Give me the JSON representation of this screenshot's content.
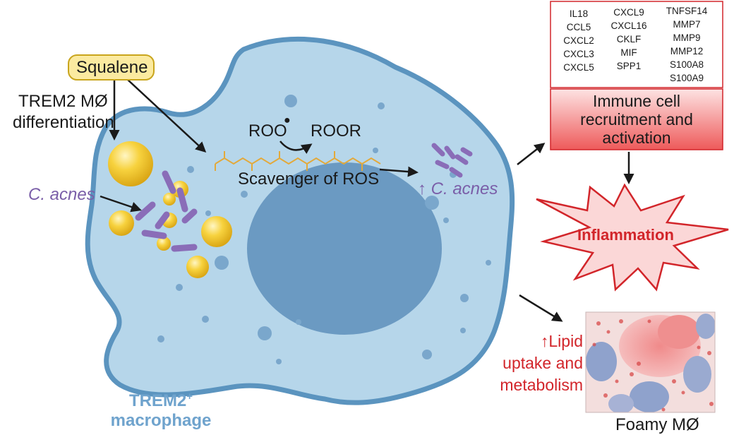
{
  "labels": {
    "squalene": "Squalene",
    "trem2_line1": "TREM2 MØ",
    "trem2_line2": "differentiation",
    "c_acnes_left": "C. acnes",
    "roo": "ROO",
    "roor": "ROOR",
    "scavenger": "Scavenger of ROS",
    "c_acnes_up": "↑ C. acnes",
    "immune_line1": "Immune cell",
    "immune_line2": "recruitment and",
    "immune_line3": "activation",
    "inflammation": "Inflammation",
    "lipid_line1": "↑Lipid",
    "lipid_line2": "uptake and",
    "lipid_line3": "metabolism",
    "foamy": "Foamy MØ",
    "trem2_macrophage_prefix": "TREM2",
    "trem2_macrophage_sup": "+",
    "macrophage": "macrophage"
  },
  "cytokines": {
    "col1": [
      "IL18",
      "CCL5",
      "CXCL2",
      "CXCL3",
      "CXCL5"
    ],
    "col2": [
      "CXCL9",
      "CXCL16",
      "CKLF",
      "MIF",
      "SPP1"
    ],
    "col3": [
      "TNFSF14",
      "MMP7",
      "MMP9",
      "MMP12",
      "S100A8",
      "S100A9"
    ]
  },
  "colors": {
    "cell_fill": "#b6d6ea",
    "cell_border": "#5b94bf",
    "nucleus": "#6b9ac2",
    "lipid_yellow": "#f7d23e",
    "bacteria_purple": "#8a6db8",
    "squalene_chain": "#e3a93a",
    "immune_box_fill": "#f06a6a",
    "inflammation_fill": "#fbd7d7",
    "accent_red": "#d2252a",
    "label_blue": "#6fa3cd"
  }
}
